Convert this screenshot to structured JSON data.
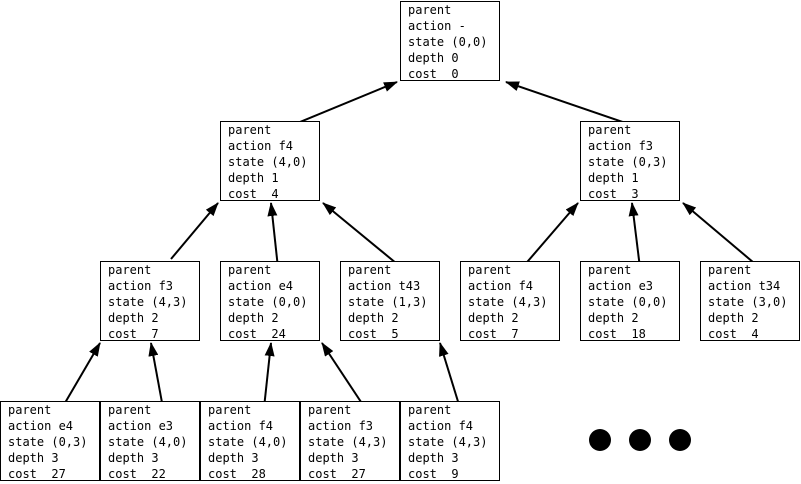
{
  "nodes": [
    {
      "id": "n0",
      "parent_label": "parent",
      "action_label": "action",
      "action": "-",
      "state_label": "state",
      "state": "(0,0)",
      "depth_label": "depth",
      "depth": "0",
      "cost_label": "cost",
      "cost": "0"
    },
    {
      "id": "n1",
      "parent_label": "parent",
      "action_label": "action",
      "action": "f4",
      "state_label": "state",
      "state": "(4,0)",
      "depth_label": "depth",
      "depth": "1",
      "cost_label": "cost",
      "cost": "4"
    },
    {
      "id": "n2",
      "parent_label": "parent",
      "action_label": "action",
      "action": "f3",
      "state_label": "state",
      "state": "(0,3)",
      "depth_label": "depth",
      "depth": "1",
      "cost_label": "cost",
      "cost": "3"
    },
    {
      "id": "n3",
      "parent_label": "parent",
      "action_label": "action",
      "action": "f3",
      "state_label": "state",
      "state": "(4,3)",
      "depth_label": "depth",
      "depth": "2",
      "cost_label": "cost",
      "cost": "7"
    },
    {
      "id": "n4",
      "parent_label": "parent",
      "action_label": "action",
      "action": "e4",
      "state_label": "state",
      "state": "(0,0)",
      "depth_label": "depth",
      "depth": "2",
      "cost_label": "cost",
      "cost": "24"
    },
    {
      "id": "n5",
      "parent_label": "parent",
      "action_label": "action",
      "action": "t43",
      "state_label": "state",
      "state": "(1,3)",
      "depth_label": "depth",
      "depth": "2",
      "cost_label": "cost",
      "cost": "5"
    },
    {
      "id": "n6",
      "parent_label": "parent",
      "action_label": "action",
      "action": "f4",
      "state_label": "state",
      "state": "(4,3)",
      "depth_label": "depth",
      "depth": "2",
      "cost_label": "cost",
      "cost": "7"
    },
    {
      "id": "n7",
      "parent_label": "parent",
      "action_label": "action",
      "action": "e3",
      "state_label": "state",
      "state": "(0,0)",
      "depth_label": "depth",
      "depth": "2",
      "cost_label": "cost",
      "cost": "18"
    },
    {
      "id": "n8",
      "parent_label": "parent",
      "action_label": "action",
      "action": "t34",
      "state_label": "state",
      "state": "(3,0)",
      "depth_label": "depth",
      "depth": "2",
      "cost_label": "cost",
      "cost": "4"
    },
    {
      "id": "n9",
      "parent_label": "parent",
      "action_label": "action",
      "action": "e4",
      "state_label": "state",
      "state": "(0,3)",
      "depth_label": "depth",
      "depth": "3",
      "cost_label": "cost",
      "cost": "27"
    },
    {
      "id": "n10",
      "parent_label": "parent",
      "action_label": "action",
      "action": "e3",
      "state_label": "state",
      "state": "(4,0)",
      "depth_label": "depth",
      "depth": "3",
      "cost_label": "cost",
      "cost": "22"
    },
    {
      "id": "n11",
      "parent_label": "parent",
      "action_label": "action",
      "action": "f4",
      "state_label": "state",
      "state": "(4,0)",
      "depth_label": "depth",
      "depth": "3",
      "cost_label": "cost",
      "cost": "28"
    },
    {
      "id": "n12",
      "parent_label": "parent",
      "action_label": "action",
      "action": "f3",
      "state_label": "state",
      "state": "(4,3)",
      "depth_label": "depth",
      "depth": "3",
      "cost_label": "cost",
      "cost": "27"
    },
    {
      "id": "n13",
      "parent_label": "parent",
      "action_label": "action",
      "action": "f4",
      "state_label": "state",
      "state": "(4,3)",
      "depth_label": "depth",
      "depth": "3",
      "cost_label": "cost",
      "cost": "9"
    }
  ],
  "edges": [
    {
      "from": "n1",
      "to": "n0"
    },
    {
      "from": "n2",
      "to": "n0"
    },
    {
      "from": "n3",
      "to": "n1"
    },
    {
      "from": "n4",
      "to": "n1"
    },
    {
      "from": "n5",
      "to": "n1"
    },
    {
      "from": "n6",
      "to": "n2"
    },
    {
      "from": "n7",
      "to": "n2"
    },
    {
      "from": "n8",
      "to": "n2"
    },
    {
      "from": "n9",
      "to": "n3"
    },
    {
      "from": "n10",
      "to": "n3"
    },
    {
      "from": "n11",
      "to": "n4"
    },
    {
      "from": "n12",
      "to": "n4"
    },
    {
      "from": "n13",
      "to": "n5"
    }
  ],
  "ellipsis_dots": 3
}
